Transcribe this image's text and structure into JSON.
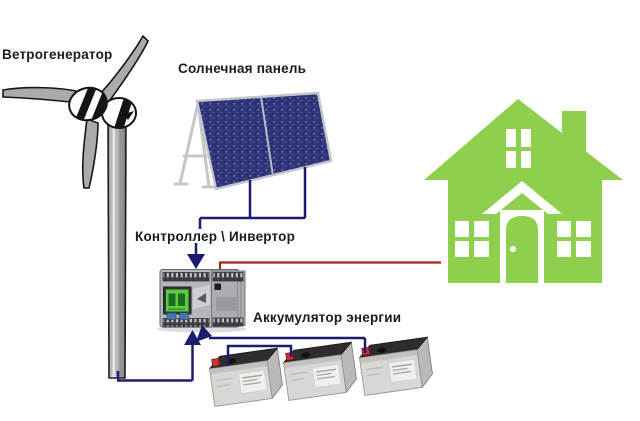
{
  "diagram": {
    "type": "renewable-energy-system",
    "components": [
      {
        "id": "wind-turbine",
        "label": "Ветрогенератор",
        "icon": "wind-turbine-icon"
      },
      {
        "id": "solar-panel",
        "label": "Солнечная панель",
        "icon": "solar-panel-icon"
      },
      {
        "id": "controller-inverter",
        "label": "Контроллер \\ Инвертор",
        "icon": "plc-controller-icon"
      },
      {
        "id": "battery-bank",
        "label": "Аккумулятор энергии",
        "icon": "battery-icon",
        "battery_count": 3
      },
      {
        "id": "house",
        "icon": "house-icon"
      }
    ],
    "connections": [
      {
        "from": "wind-turbine",
        "to": "controller-inverter",
        "style": "navy-arrow"
      },
      {
        "from": "solar-panel",
        "to": "controller-inverter",
        "style": "navy-arrow"
      },
      {
        "from": "battery-bank",
        "to": "controller-inverter",
        "style": "navy-arrow"
      },
      {
        "from": "controller-inverter",
        "to": "house",
        "style": "red-line"
      }
    ]
  },
  "colors": {
    "background": "#ffffff",
    "house_green": "#8ed04e",
    "wire_navy": "#1b1c6e",
    "wire_red": "#a32222",
    "panel_blue": "#2c3170",
    "label_color": "#1b1b1b"
  }
}
